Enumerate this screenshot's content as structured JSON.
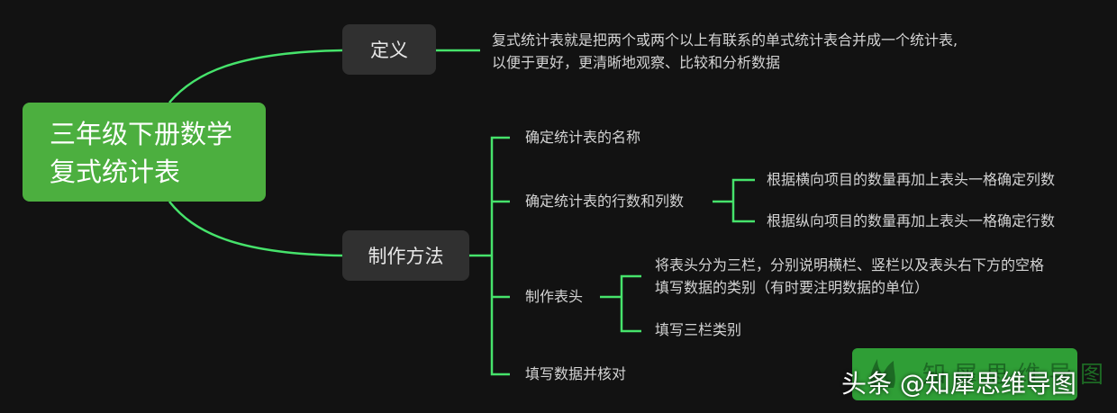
{
  "colors": {
    "background": "#121212",
    "connector": "#46e36b",
    "root": "#4caf3f",
    "branch": "#303030"
  },
  "root": {
    "line1": "三年级下册数学",
    "line2": "复式统计表"
  },
  "definition": {
    "label": "定义",
    "text_line1": "复式统计表就是把两个或两个以上有联系的单式统计表合并成一个统计表,",
    "text_line2": "以便于更好，更清晰地观察、比较和分析数据"
  },
  "method": {
    "label": "制作方法",
    "steps": [
      {
        "label": "确定统计表的名称"
      },
      {
        "label": "确定统计表的行数和列数",
        "children": [
          "根据横向项目的数量再加上表头一格确定列数",
          "根据纵向项目的数量再加上表头一格确定行数"
        ]
      },
      {
        "label": "制作表头",
        "children": [
          "将表头分为三栏，分别说明横栏、竖栏以及表头右下方的空格",
          "填写数据的类别（有时要注明数据的单位）",
          "填写三栏类别"
        ]
      },
      {
        "label": "填写数据并核对"
      }
    ]
  },
  "watermark": {
    "brand": "知犀思维导图",
    "handle": "头条 @知犀思维导图",
    "icon": "rhino-flame-logo"
  }
}
